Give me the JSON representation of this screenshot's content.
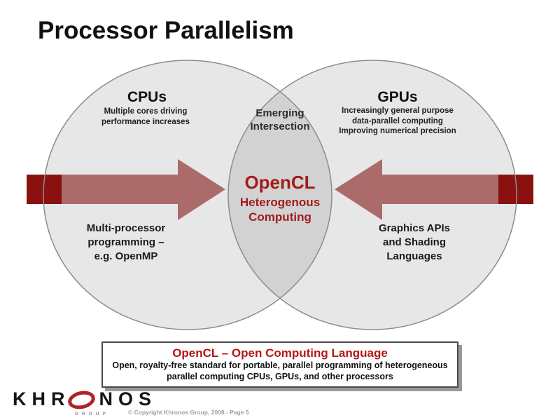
{
  "slide": {
    "title": "Processor Parallelism",
    "venn": {
      "left_circle": {
        "heading": "CPUs",
        "subtitle_line1": "Multiple cores driving",
        "subtitle_line2": "performance increases",
        "note_line1": "Multi-processor",
        "note_line2": "programming –",
        "note_line3": "e.g. OpenMP"
      },
      "right_circle": {
        "heading": "GPUs",
        "subtitle_line1": "Increasingly general purpose",
        "subtitle_line2": "data-parallel computing",
        "subtitle_line3": "Improving numerical precision",
        "note_line1": "Graphics APIs",
        "note_line2": "and Shading",
        "note_line3": "Languages"
      },
      "intersection": {
        "label_line1": "Emerging",
        "label_line2": "Intersection",
        "title": "OpenCL",
        "subtitle_line1": "Heterogenous",
        "subtitle_line2": "Computing"
      }
    },
    "callout": {
      "title": "OpenCL – Open Computing Language",
      "body_line1": "Open, royalty-free standard for portable, parallel programming of heterogeneous",
      "body_line2": "parallel computing CPUs, GPUs, and other processors"
    },
    "footer": {
      "logo_prefix": "KHR",
      "logo_suffix": "NOS",
      "logo_group": "GROUP",
      "copyright": "© Copyright Khronos Group, 2008 - Page 5"
    }
  },
  "colors": {
    "accent_red": "#a31b1b",
    "arrow_solid_red": "#8b1111",
    "arrow_translucent_red": "#7e1210",
    "callout_title_red": "#b41818",
    "circle_fill": "#e7e7e7",
    "intersection_fill": "#d2d2d2",
    "circle_stroke": "#8c8c8c",
    "logo_red": "#b02024"
  }
}
